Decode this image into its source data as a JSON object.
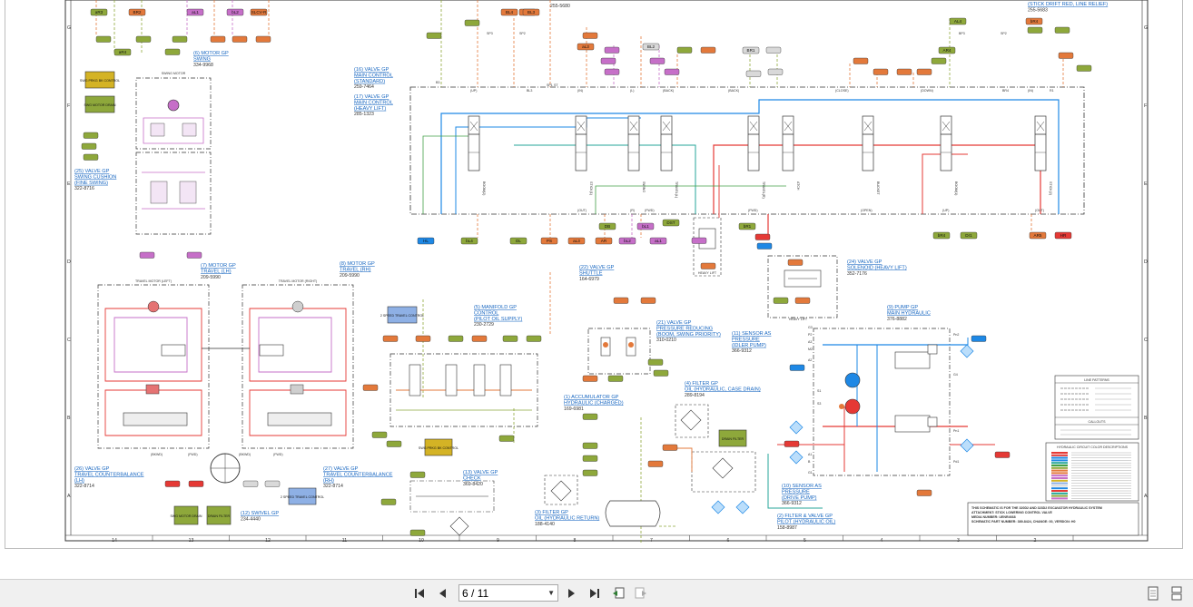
{
  "viewer": {
    "page_current": "6",
    "page_sep": "/",
    "page_total": "11",
    "icons": {
      "first": "first-page-icon",
      "prev": "previous-page-icon",
      "next": "next-page-icon",
      "last": "last-page-icon",
      "back": "previous-view-icon",
      "forward": "next-view-icon",
      "single": "single-page-view-icon",
      "continuous": "continuous-view-icon"
    }
  },
  "schematic": {
    "callouts": {
      "stick_drift": "(STICK DRIFT RED, LINE RELIEF)",
      "stick_drift_pn": "255-5683",
      "top_pn": "255-5680",
      "motor_swing_1": "(6) MOTOR GP",
      "motor_swing_2": "SWING",
      "motor_swing_pn": "334-9968",
      "mc_std_1": "(16) VALVE GP",
      "mc_std_2": "MAIN CONTROL",
      "mc_std_3": "(STANDARD)",
      "mc_std_pn": "259-7464",
      "mc_hl_1": "(17) VALVE GP",
      "mc_hl_2": "MAIN CONTROL",
      "mc_hl_3": "(HEAVY LIFT)",
      "mc_hl_pn": "285-1323",
      "swing_cush_1": "(25) VALVE GP",
      "swing_cush_2": "SWING CUSHION",
      "swing_cush_3": "(FINE SWING)",
      "swing_cush_pn": "322-8716",
      "travel_lh_1": "(7) MOTOR GP",
      "travel_lh_2": "TRAVEL (LH)",
      "travel_lh_pn": "209-5990",
      "travel_rh_1": "(8) MOTOR GP",
      "travel_rh_2": "TRAVEL (RH)",
      "travel_rh_pn": "209-5990",
      "shuttle_1": "(22) VALVE GP",
      "shuttle_2": "SHUTTLE",
      "shuttle_pn": "164-6979",
      "solenoid_1": "(24) VALVE GP",
      "solenoid_2": "SOLENOID (HEAVY LIFT)",
      "solenoid_pn": "352-7176",
      "pump_1": "(9) PUMP GP",
      "pump_2": "MAIN HYDRAULIC",
      "pump_pn": "376-8882",
      "manifold_1": "(5) MANIFOLD GP",
      "manifold_2": "CONTROL",
      "manifold_3": "(PILOT OIL SUPPLY)",
      "manifold_pn": "230-2729",
      "prv_1": "(21) VALVE GP",
      "prv_2": "PRESSURE REDUCING",
      "prv_3": "(BOOM, SWING PRIORITY)",
      "prv_pn": "310-0210",
      "sensor_idler_1": "(11) SENSOR AS",
      "sensor_idler_2": "PRESSURE",
      "sensor_idler_3": "(IDLER PUMP)",
      "sensor_idler_pn": "366-9312",
      "accum_1": "(1) ACCUMULATOR GP",
      "accum_2": "HYDRAULIC (CHARGED)",
      "accum_pn": "169-6981",
      "filter_case_1": "(4) FILTER GP",
      "filter_case_2": "OIL (HYDRAULIC, CASE DRAIN)",
      "filter_case_pn": "289-8194",
      "tcb_lh_1": "(26) VALVE GP",
      "tcb_lh_2": "TRAVEL COUNTERBALANCE",
      "tcb_lh_3": "(LH)",
      "tcb_lh_pn": "322-8714",
      "tcb_rh_1": "(27) VALVE GP",
      "tcb_rh_2": "TRAVEL COUNTERBALANCE",
      "tcb_rh_3": "(RH)",
      "tcb_rh_pn": "322-8714",
      "check_1": "(13) VALVE GP",
      "check_2": "CHECK",
      "check_pn": "369-8420",
      "swivel_1": "(12) SWIVEL GP",
      "swivel_pn": "234-4440",
      "filter_return_1": "(3) FILTER GP",
      "filter_return_2": "OIL (HYDRAULIC RETURN)",
      "filter_return_pn": "188-4140",
      "filter_pilot_1": "(2) FILTER & VALVE GP",
      "filter_pilot_2": "PILOT (HYDRAULIC OIL)",
      "filter_pilot_pn": "158-8987",
      "sensor_drive_1": "(10) SENSOR AS",
      "sensor_drive_2": "PRESSURE",
      "sensor_drive_3": "(DRIVE PUMP)",
      "sensor_drive_pn": "366-9312"
    },
    "titles": {
      "swing_motor": "SWING MOTOR",
      "travel_left": "TRAVEL MOTOR (LEFT)",
      "travel_right": "TRAVEL MOTOR (RIGHT)",
      "heavy_lift": "HEAVY LIFT",
      "heavy_lift2": "HEAVY LIFT",
      "two_speed_1": "2 SPEED TRAVEL CONTROL",
      "two_speed_2": "2 SPEED TRAVEL CONTROL",
      "swg_prkg_1": "SWG PRKG BK CONTROL",
      "swg_prkg_2": "SWG PRKG BK CONTROL",
      "swg_drain_1": "SWG MOTOR DRAIN",
      "swg_drain_2": "SWG MOTOR DRAIN",
      "drain_filter_1": "DRAIN FILTER",
      "drain_filter_2": "DRAIN FILTER"
    },
    "spools": [
      "BOOM(2)",
      "STICK(1)",
      "SWING",
      "TRAVEL(L)",
      "TRAVEL(R)",
      "ATCH",
      "BUCKET",
      "BOOM(1)",
      "STICK(2)"
    ],
    "positions": {
      "up1": "(UP)",
      "in1": "(IN)",
      "l": "(L)",
      "back1": "(BACK)",
      "back2": "(BACK)",
      "close": "(CLOSE)",
      "down": "(DOWN)",
      "in2": "(IN)",
      "out1": "(OUT)",
      "r": "(R)",
      "fwd1": "(FWD)",
      "fwd2": "(FWD)",
      "open": "(OPEN)",
      "up2": "(UP)",
      "out2": "(OUT)",
      "bkwd": "(BKWD)",
      "fwd3": "(FWD)",
      "bkwd2": "(BKWD)",
      "fwd4": "(FWD)"
    },
    "tags_top": [
      "B3",
      "SP3",
      "SP2",
      "ST",
      "SP1",
      "BL3",
      "BP3",
      "SP2",
      "BR4",
      "R1"
    ],
    "tags_colored": [
      {
        "t": "aR3",
        "c": "#8ea83b"
      },
      {
        "t": "BR2",
        "c": "#e3793b"
      },
      {
        "t": "aL1",
        "c": "#c66fc8"
      },
      {
        "t": "bL2",
        "c": "#c66fc8"
      },
      {
        "t": "SLCV-R",
        "c": "#e3793b"
      },
      {
        "t": "aR4",
        "c": "#8ea83b"
      },
      {
        "t": "aR2",
        "c": "#e3793b"
      },
      {
        "t": "BL3",
        "c": "#e3793b"
      },
      {
        "t": "aL3",
        "c": "#e3793b"
      },
      {
        "t": "BL4",
        "c": "#e3793b"
      },
      {
        "t": "BL2",
        "c": "#d9d9d9"
      },
      {
        "t": "AL4",
        "c": "#8ea83b"
      },
      {
        "t": "BR1",
        "c": "#d9d9d9"
      },
      {
        "t": "bR4",
        "c": "#e3793b"
      },
      {
        "t": "AR4",
        "c": "#8ea83b"
      }
    ],
    "tags_bottom": [
      {
        "t": "HL",
        "c": "#1e88e5"
      },
      {
        "t": "bL4",
        "c": "#8ea83b"
      },
      {
        "t": "DL",
        "c": "#8ea83b"
      },
      {
        "t": "PS",
        "c": "#e3793b"
      },
      {
        "t": "aL3",
        "c": "#e3793b"
      },
      {
        "t": "AR",
        "c": "#e3793b"
      },
      {
        "t": "bL2",
        "c": "#c66fc8"
      },
      {
        "t": "aL1",
        "c": "#c66fc8"
      },
      {
        "t": "DB",
        "c": "#8ea83b"
      },
      {
        "t": "bL1",
        "c": "#c66fc8"
      },
      {
        "t": "DST",
        "c": "#8ea83b"
      },
      {
        "t": "bR1",
        "c": "#8ea83b"
      },
      {
        "t": "bR4",
        "c": "#8ea83b"
      },
      {
        "t": "Dr1",
        "c": "#8ea83b"
      },
      {
        "t": "AR5",
        "c": "#e3793b"
      },
      {
        "t": "HR",
        "c": "#e53935"
      }
    ],
    "ports": [
      "G3",
      "P2",
      "A3",
      "M2",
      "A2",
      "S1",
      "S3",
      "A1",
      "B",
      "G1",
      "Pn2",
      "G4",
      "Pn1",
      "Pd1"
    ],
    "col_numbers": [
      "14",
      "13",
      "12",
      "11",
      "10",
      "9",
      "8",
      "7",
      "6",
      "5",
      "4",
      "3",
      "2"
    ],
    "row_letters": [
      "G",
      "F",
      "E",
      "D",
      "C",
      "B",
      "A"
    ],
    "legend": {
      "line_patterns_title": "LINE PATTERNS",
      "callouts_title": "CALLOUTS",
      "color_desc_title": "HYDRAULIC CIRCUIT COLOR DESCRIPTIONS",
      "note_1": "THIS SCHEMATIC IS FOR THE 320D2 AND 323D2 EXCAVATOR HYDRAULIC SYSTEM",
      "note_2": "ATTACHMENT: STICK LOWERING CONTROL VALVE",
      "note_3": "MEDIA NUMBER: UENR4668",
      "note_4": "SCHEMATIC PART NUMBER: 389-8424, CHANGE: 00, VERSION: H0"
    }
  }
}
